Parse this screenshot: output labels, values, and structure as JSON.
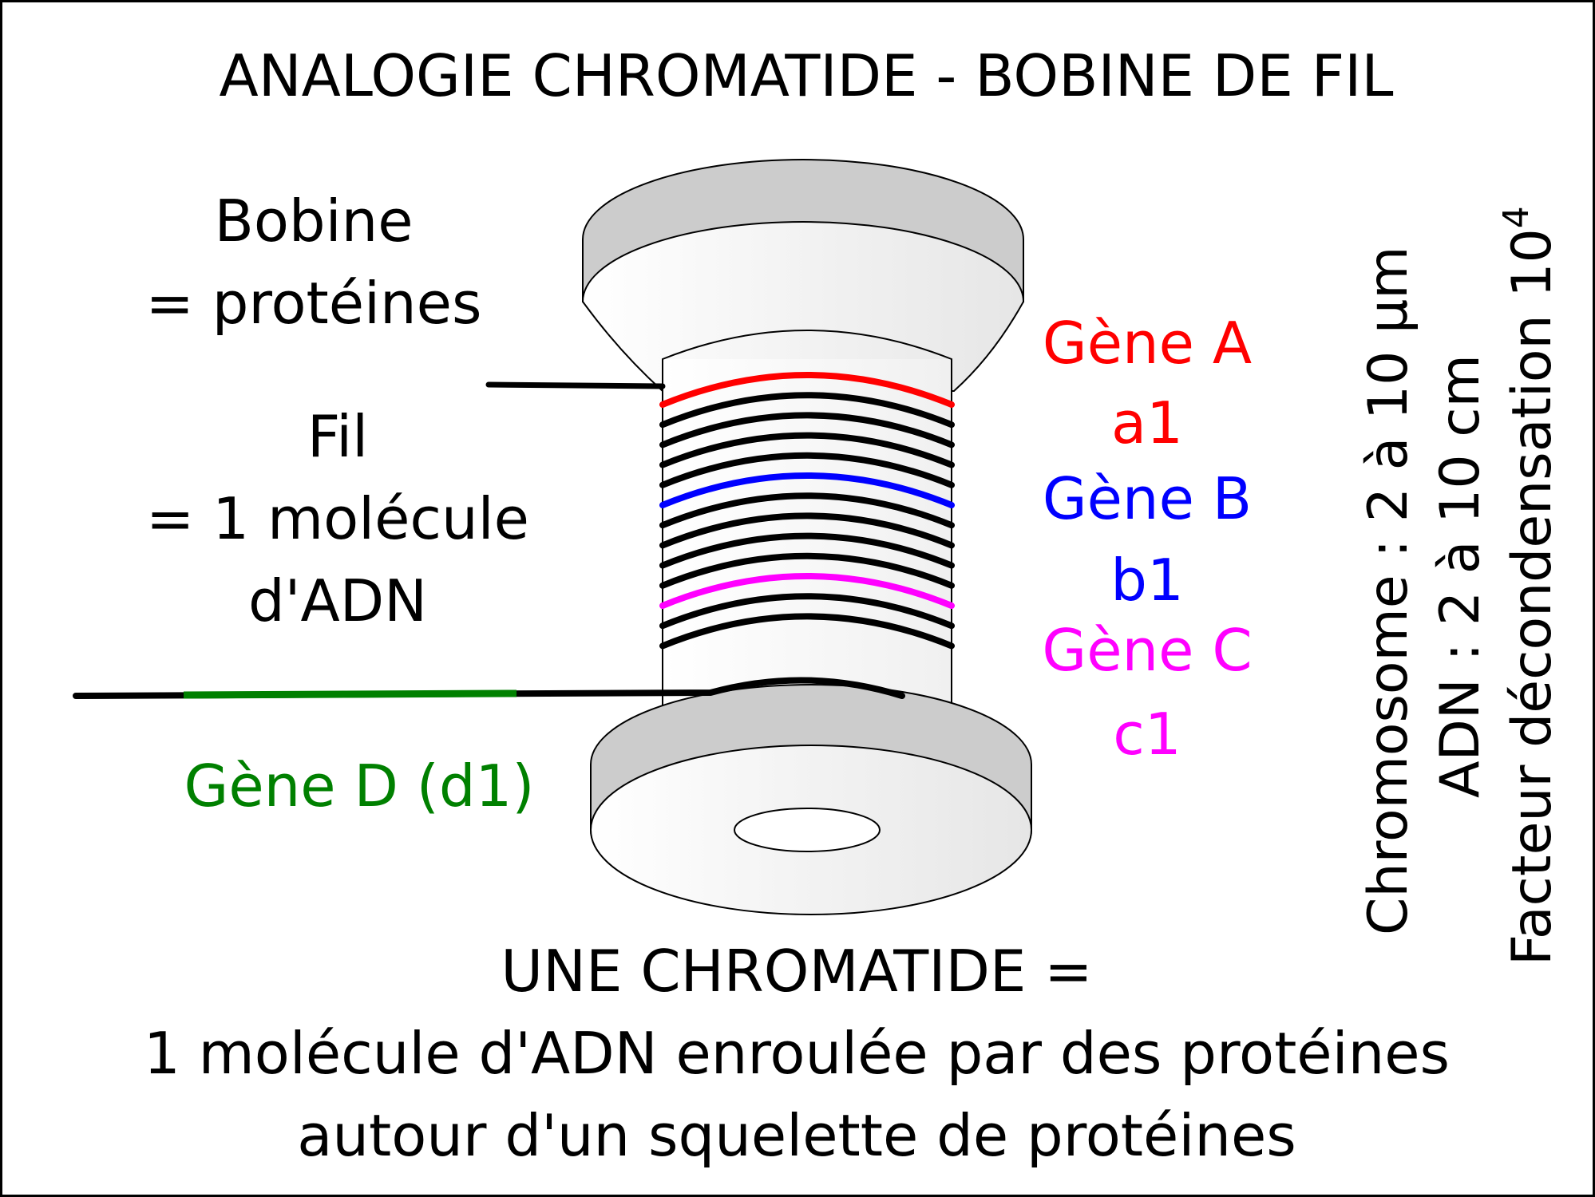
{
  "title": "ANALOGIE CHROMATIDE - BOBINE DE FIL",
  "labels": {
    "bobine": [
      "Bobine",
      "= protéines"
    ],
    "fil": [
      "Fil",
      "= 1 molécule",
      "d'ADN"
    ],
    "gene_d": "Gène D (d1)"
  },
  "genes": [
    {
      "name": "Gène A",
      "allele": "a1",
      "color": "#ff0000"
    },
    {
      "name": "Gène B",
      "allele": "b1",
      "color": "#0000ff"
    },
    {
      "name": "Gène C",
      "allele": "c1",
      "color": "#ff00ff"
    }
  ],
  "gene_d_color": "#008000",
  "side_notes": [
    "Chromosome  : 2 à 10 µm",
    "ADN : 2 à 10 cm",
    "Facteur décondensation 10"
  ],
  "side_notes_superscript": "4",
  "conclusion": [
    "UNE CHROMATIDE =",
    "1 molécule d'ADN enroulée par des protéines",
    "autour d'un squelette de protéines"
  ]
}
